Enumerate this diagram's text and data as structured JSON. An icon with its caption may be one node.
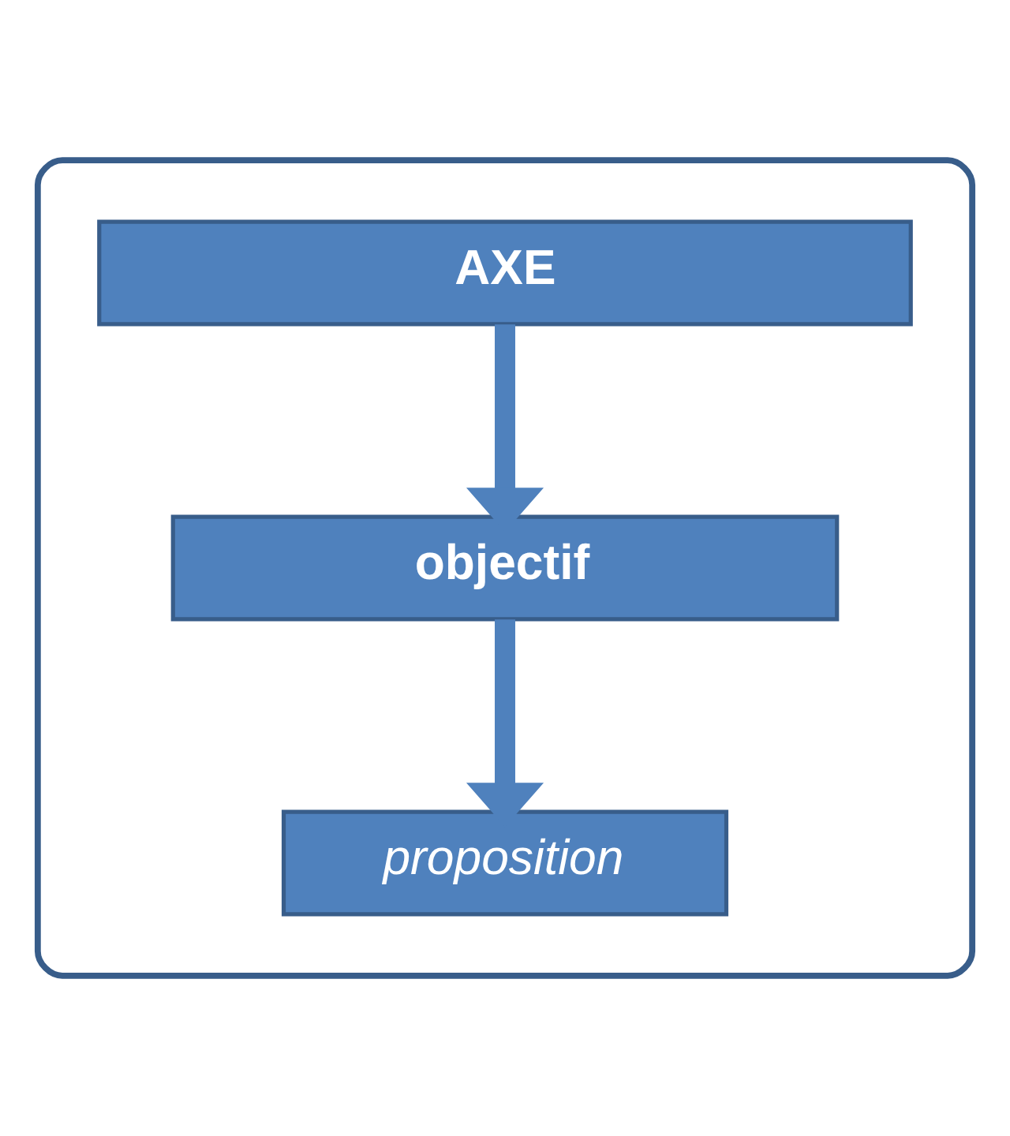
{
  "diagram": {
    "nodes": [
      {
        "text": [],
        "shape": "box"
      },
      {
        "text": [
          "AXE"
        ],
        "in": 0
      },
      {
        "text": [
          "objectif"
        ],
        "in": 0
      },
      {
        "text": [
          "proposition"
        ],
        "in": 0
      }
    ],
    "edges": [
      {
        "from": 1,
        "to": 2,
        "arrow": "to"
      },
      {
        "from": 2,
        "to": 3,
        "arrow": "to"
      }
    ]
  }
}
